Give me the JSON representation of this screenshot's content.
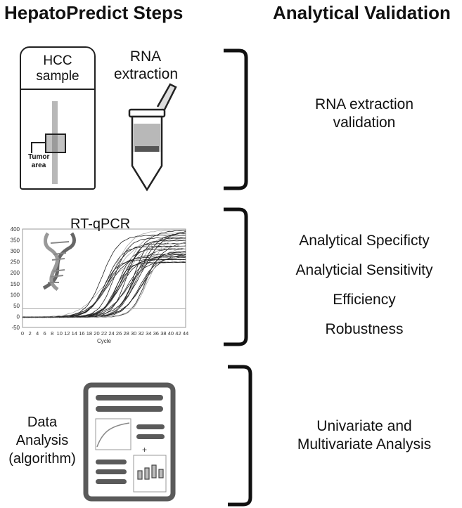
{
  "headers": {
    "left": "HepatoPredict Steps",
    "right": "Analytical Validation"
  },
  "step1": {
    "sample_line1": "HCC",
    "sample_line2": "sample",
    "tumor_line1": "Tumor",
    "tumor_line2": "area",
    "rna_line1": "RNA",
    "rna_line2": "extraction"
  },
  "step2": {
    "title": "RT-qPCR",
    "xlabel": "Cycle",
    "yticks": [
      "400",
      "350",
      "300",
      "250",
      "200",
      "150",
      "100",
      "50",
      "0",
      "-50"
    ],
    "xticks": [
      "0",
      "2",
      "4",
      "6",
      "8",
      "10",
      "12",
      "14",
      "16",
      "18",
      "20",
      "22",
      "24",
      "26",
      "28",
      "30",
      "32",
      "34",
      "36",
      "38",
      "40",
      "42",
      "44"
    ]
  },
  "step3": {
    "line1": "Data",
    "line2": "Analysis",
    "line3": "(algorithm)"
  },
  "validation": {
    "v1_line1": "RNA extraction",
    "v1_line2": "validation",
    "v2_items": [
      "Analytical Specificty",
      "Analyticial Sensitivity",
      "Efficiency",
      "Robustness"
    ],
    "v3_line1": "Univariate and",
    "v3_line2": "Multivariate Analysis"
  },
  "colors": {
    "ink": "#111111",
    "gray": "#555555",
    "tube": "#b8b8b8"
  }
}
